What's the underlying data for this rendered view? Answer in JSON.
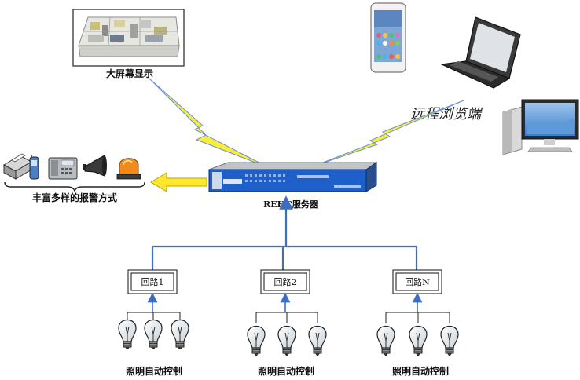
{
  "top": {
    "big_screen_label": "大屏幕显示",
    "remote_label": "远程浏览端",
    "server_label": "REHC服务器",
    "alarm_label": "丰富多样的报警方式"
  },
  "circuits": [
    {
      "box_label": "回路1",
      "caption": "照明自动控制"
    },
    {
      "box_label": "回路2",
      "caption": "照明自动控制"
    },
    {
      "box_label": "回路N",
      "caption": "照明自动控制"
    }
  ],
  "colors": {
    "line_blue": "#3b6fc6",
    "lightning_yellow": "#f6ee3a",
    "arrow_yellow": "#ffe72b",
    "server_blue": "#1e5fc9",
    "bulb_glass": "#dfe6ea"
  },
  "icons": [
    "floor-plan-icon",
    "phone-icon",
    "laptop-icon",
    "desktop-icon",
    "printer-icon",
    "mobile-icon",
    "telephone-icon",
    "siren-speaker-icon",
    "alarm-lamp-icon",
    "server-icon",
    "bulb-icon"
  ]
}
